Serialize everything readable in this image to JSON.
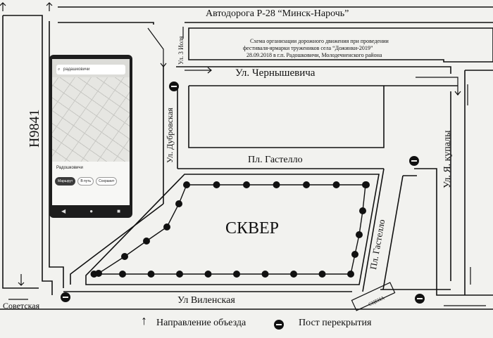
{
  "roads": {
    "top": "Автодорога Р-28 “Минск-Нарочь”",
    "left": "Н9841",
    "chern": "Ул. Чернышевича",
    "iolya": "Ул. 3 Иоля",
    "dubr": "Ул. Дубровская",
    "gast_h": "Пл. Гастелло",
    "gast_v": "Пл. Гастелло",
    "kupaly": "Ул. Я. купалы",
    "vilen": "Ул Виленская",
    "sov": "Советская",
    "scena": "СЦЕНА"
  },
  "caption": {
    "line1": "Схема организации дорожного движения  при проведении",
    "line2": "фестиваля-ярмарки тружеников        села    “Дожинки-2019”",
    "line3": "28.09.2018 в г.п.  Радошковичи,  Молодечненского района"
  },
  "square": "СКВЕР",
  "legend": {
    "detour": "Направление объезда",
    "post": "Пост перекрытия"
  },
  "phone": {
    "search": "радашковичи",
    "place": "Радошковичи",
    "btn1": "Маршрут",
    "btn2": "В путь",
    "btn3": "Сохранит",
    "mic": "mic-icon"
  },
  "colors": {
    "ink": "#111111",
    "paper": "#f2f2ef"
  }
}
